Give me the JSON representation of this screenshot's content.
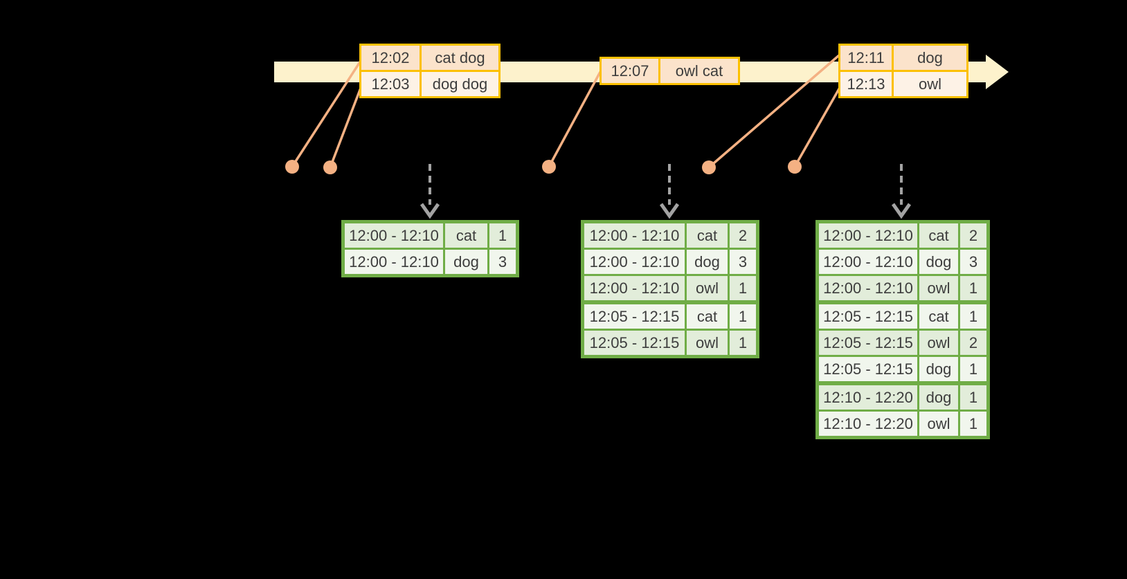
{
  "colors": {
    "background": "#000000",
    "band": "#fdf2cc",
    "gold": "#fcc000",
    "peach_a": "#fbe3cb",
    "peach_b": "#fdf2e6",
    "salmon": "#f4b183",
    "green": "#70ad47",
    "green_a": "#e2edda",
    "green_b": "#f1f6ed",
    "gray": "#a3a3a3",
    "text": "#3d3d3d"
  },
  "timeline": {
    "events": [
      {
        "rows": [
          {
            "time": "12:02",
            "words": "cat dog"
          },
          {
            "time": "12:03",
            "words": "dog dog"
          }
        ]
      },
      {
        "rows": [
          {
            "time": "12:07",
            "words": "owl cat"
          }
        ]
      },
      {
        "rows": [
          {
            "time": "12:11",
            "words": "dog"
          },
          {
            "time": "12:13",
            "words": "owl"
          }
        ]
      }
    ]
  },
  "result_tables": [
    {
      "group_starts": [],
      "rows": [
        {
          "window": "12:00 - 12:10",
          "word": "cat",
          "count": "1"
        },
        {
          "window": "12:00 - 12:10",
          "word": "dog",
          "count": "3"
        }
      ]
    },
    {
      "group_starts": [
        3
      ],
      "rows": [
        {
          "window": "12:00 - 12:10",
          "word": "cat",
          "count": "2"
        },
        {
          "window": "12:00 - 12:10",
          "word": "dog",
          "count": "3"
        },
        {
          "window": "12:00 - 12:10",
          "word": "owl",
          "count": "1"
        },
        {
          "window": "12:05 - 12:15",
          "word": "cat",
          "count": "1"
        },
        {
          "window": "12:05 - 12:15",
          "word": "owl",
          "count": "1"
        }
      ]
    },
    {
      "group_starts": [
        3,
        6
      ],
      "rows": [
        {
          "window": "12:00 - 12:10",
          "word": "cat",
          "count": "2"
        },
        {
          "window": "12:00 - 12:10",
          "word": "dog",
          "count": "3"
        },
        {
          "window": "12:00 - 12:10",
          "word": "owl",
          "count": "1"
        },
        {
          "window": "12:05 - 12:15",
          "word": "cat",
          "count": "1"
        },
        {
          "window": "12:05 - 12:15",
          "word": "owl",
          "count": "2"
        },
        {
          "window": "12:05 - 12:15",
          "word": "dog",
          "count": "1"
        },
        {
          "window": "12:10 - 12:20",
          "word": "dog",
          "count": "1"
        },
        {
          "window": "12:10 - 12:20",
          "word": "owl",
          "count": "1"
        }
      ]
    }
  ]
}
